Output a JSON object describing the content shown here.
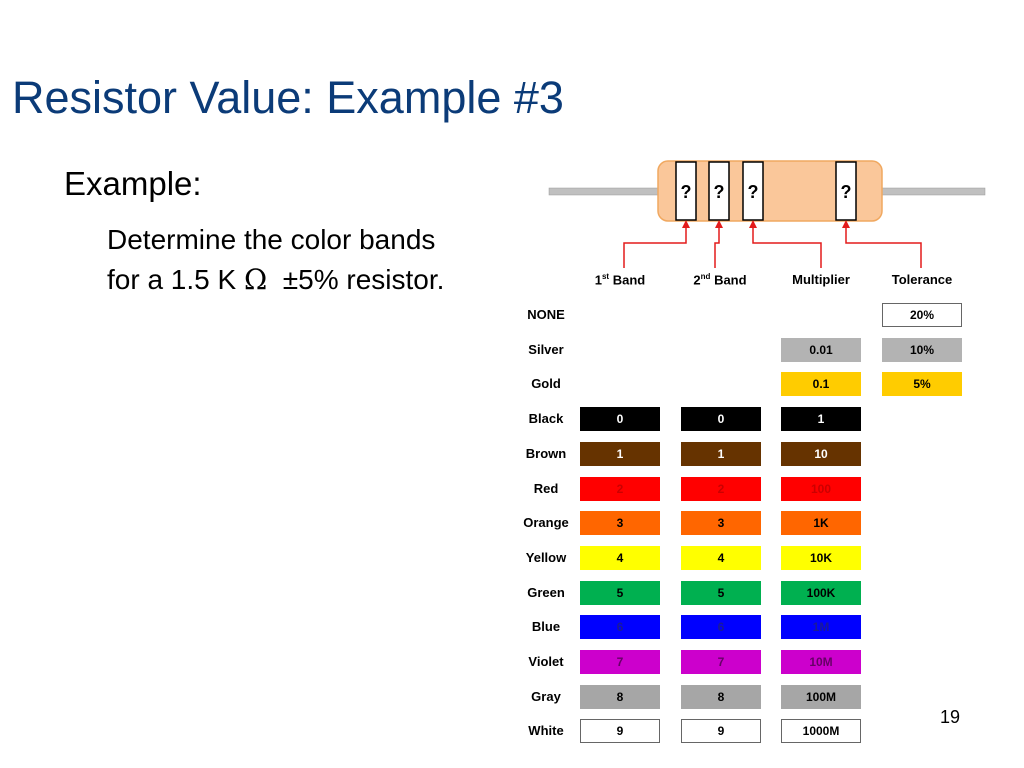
{
  "slide": {
    "title": "Resistor Value: Example #3",
    "example_label": "Example:",
    "desc_line1": "Determine the color bands",
    "desc_prefix": "for a 1.5 K ",
    "desc_ohm": "Ω",
    "desc_pm": "±",
    "desc_suffix": "5% resistor.",
    "page_number": "19"
  },
  "resistor": {
    "unknown_band_text": "?",
    "band_label": "Band",
    "band1_ordinal": "1",
    "band1_sup": "st",
    "band2_ordinal": "2",
    "band2_sup": "nd",
    "multiplier_label": "Multiplier",
    "tolerance_label": "Tolerance",
    "body_color": "#fac79a",
    "arrow_color": "#e31b1b"
  },
  "table": {
    "rows": [
      {
        "label": "NONE",
        "d1": null,
        "d2": null,
        "mult": null,
        "tol": "20%",
        "color": "#ffffff",
        "text": "#000000",
        "border": true
      },
      {
        "label": "Silver",
        "d1": null,
        "d2": null,
        "mult": "0.01",
        "tol": "10%",
        "color": "#b3b3b3",
        "text": "#000000",
        "border": false
      },
      {
        "label": "Gold",
        "d1": null,
        "d2": null,
        "mult": "0.1",
        "tol": "5%",
        "color": "#ffcc00",
        "text": "#000000",
        "border": false
      },
      {
        "label": "Black",
        "d1": "0",
        "d2": "0",
        "mult": "1",
        "tol": null,
        "color": "#000000",
        "text": "#ffffff",
        "border": false
      },
      {
        "label": "Brown",
        "d1": "1",
        "d2": "1",
        "mult": "10",
        "tol": null,
        "color": "#663300",
        "text": "#ffffff",
        "border": false
      },
      {
        "label": "Red",
        "d1": "2",
        "d2": "2",
        "mult": "100",
        "tol": null,
        "color": "#ff0000",
        "text": "#cc0000",
        "border": false
      },
      {
        "label": "Orange",
        "d1": "3",
        "d2": "3",
        "mult": "1K",
        "tol": null,
        "color": "#ff6600",
        "text": "#000000",
        "border": false
      },
      {
        "label": "Yellow",
        "d1": "4",
        "d2": "4",
        "mult": "10K",
        "tol": null,
        "color": "#ffff00",
        "text": "#000000",
        "border": false
      },
      {
        "label": "Green",
        "d1": "5",
        "d2": "5",
        "mult": "100K",
        "tol": null,
        "color": "#00b050",
        "text": "#000000",
        "border": false
      },
      {
        "label": "Blue",
        "d1": "6",
        "d2": "6",
        "mult": "1M",
        "tol": null,
        "color": "#0000ff",
        "text": "#1a1a99",
        "border": false
      },
      {
        "label": "Violet",
        "d1": "7",
        "d2": "7",
        "mult": "10M",
        "tol": null,
        "color": "#cc00cc",
        "text": "#660066",
        "border": false
      },
      {
        "label": "Gray",
        "d1": "8",
        "d2": "8",
        "mult": "100M",
        "tol": null,
        "color": "#a6a6a6",
        "text": "#000000",
        "border": false
      },
      {
        "label": "White",
        "d1": "9",
        "d2": "9",
        "mult": "1000M",
        "tol": null,
        "color": "#ffffff",
        "text": "#000000",
        "border": true
      }
    ]
  }
}
